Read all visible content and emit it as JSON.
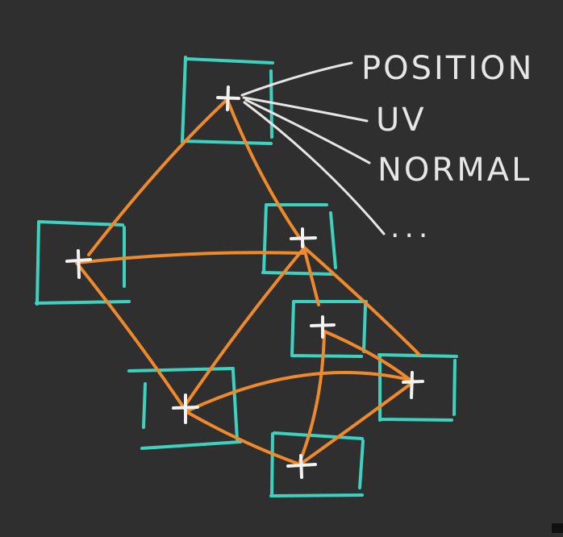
{
  "colors": {
    "background": "#2f2f2f",
    "vertex_box": "#3fd1c0",
    "edge": "#ee8a2c",
    "vertex_marker": "#f2f2f2",
    "annotation": "#e6e6e6"
  },
  "attribute_labels": {
    "position": "POSITION",
    "uv": "UV",
    "normal": "NORMAL",
    "more": "..."
  }
}
